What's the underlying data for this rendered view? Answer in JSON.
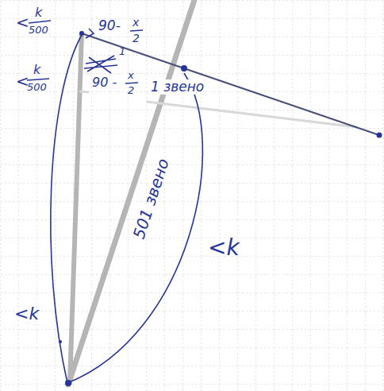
{
  "diagram": {
    "labels": [
      "<",
      "k",
      "500",
      "90-",
      "x",
      "2",
      "1",
      "90 -",
      "x",
      "2",
      "<",
      "k",
      "500",
      "1 звено",
      "501 звено",
      "<k",
      "<k"
    ]
  }
}
